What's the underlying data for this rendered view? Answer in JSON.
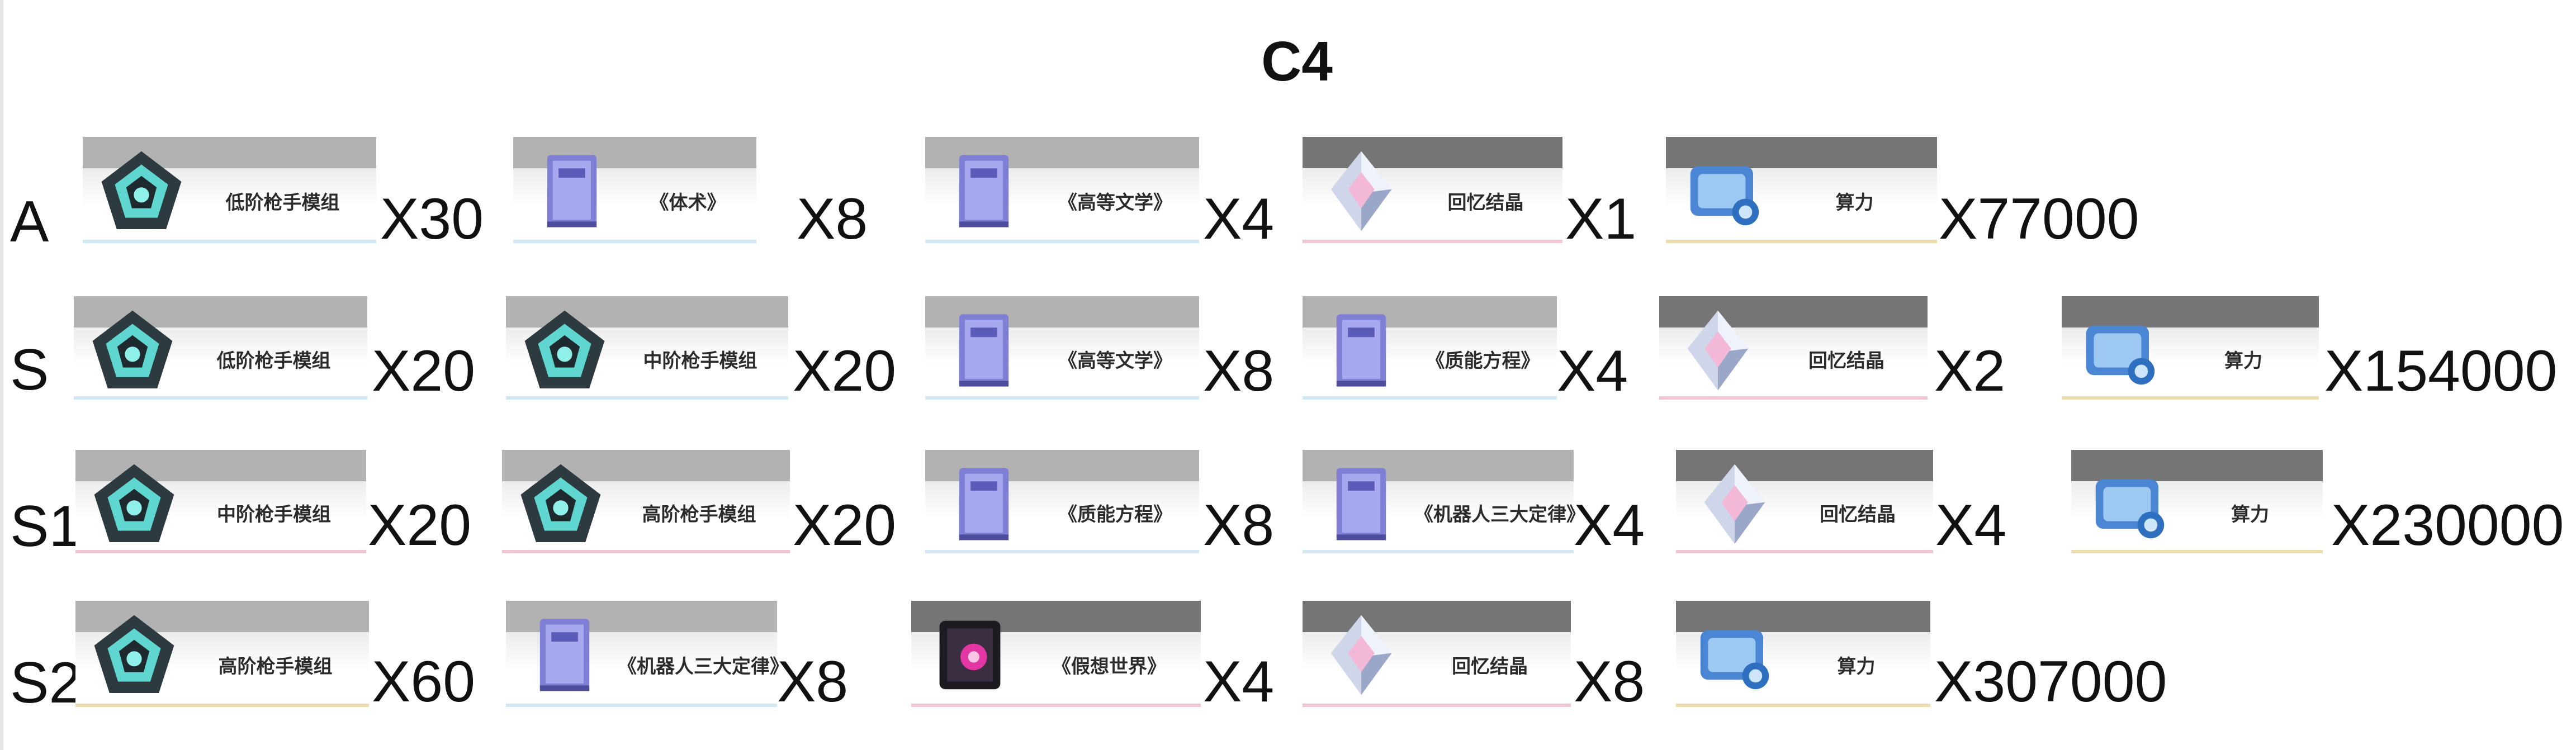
{
  "title": "C4",
  "accent_colors": {
    "blue_line": "#cfe8f4",
    "pink_line": "#f2c6d4",
    "gold_line": "#efdcae",
    "green_line": "#c8ecd8"
  },
  "rows": [
    {
      "grade": "A",
      "items": [
        {
          "name": "低阶枪手模组",
          "qty": "X30",
          "icon": "gun-module-icon"
        },
        {
          "name": "《体术》",
          "qty": "X8",
          "icon": "book-icon"
        },
        {
          "name": "《高等文学》",
          "qty": "X4",
          "icon": "book-icon"
        },
        {
          "name": "回忆结晶",
          "qty": "X1",
          "icon": "crystal-icon"
        },
        {
          "name": "算力",
          "qty": "X77000",
          "icon": "compute-icon"
        }
      ]
    },
    {
      "grade": "S",
      "items": [
        {
          "name": "低阶枪手模组",
          "qty": "X20",
          "icon": "gun-module-icon"
        },
        {
          "name": "中阶枪手模组",
          "qty": "X20",
          "icon": "gun-module-icon"
        },
        {
          "name": "《高等文学》",
          "qty": "X8",
          "icon": "book-icon"
        },
        {
          "name": "《质能方程》",
          "qty": "X4",
          "icon": "book-icon"
        },
        {
          "name": "回忆结晶",
          "qty": "X2",
          "icon": "crystal-icon"
        },
        {
          "name": "算力",
          "qty": "X154000",
          "icon": "compute-icon"
        }
      ]
    },
    {
      "grade": "S1",
      "items": [
        {
          "name": "中阶枪手模组",
          "qty": "X20",
          "icon": "gun-module-icon"
        },
        {
          "name": "高阶枪手模组",
          "qty": "X20",
          "icon": "gun-module-icon"
        },
        {
          "name": "《质能方程》",
          "qty": "X8",
          "icon": "book-icon"
        },
        {
          "name": "《机器人三大定律》",
          "qty": "X4",
          "icon": "book-icon"
        },
        {
          "name": "回忆结晶",
          "qty": "X4",
          "icon": "crystal-icon"
        },
        {
          "name": "算力",
          "qty": "X230000",
          "icon": "compute-icon"
        }
      ]
    },
    {
      "grade": "S2",
      "items": [
        {
          "name": "高阶枪手模组",
          "qty": "X60",
          "icon": "gun-module-icon"
        },
        {
          "name": "《机器人三大定律》",
          "qty": "X8",
          "icon": "book-icon"
        },
        {
          "name": "《假想世界》",
          "qty": "X4",
          "icon": "cube-icon"
        },
        {
          "name": "回忆结晶",
          "qty": "X8",
          "icon": "crystal-icon"
        },
        {
          "name": "算力",
          "qty": "X307000",
          "icon": "compute-icon"
        }
      ]
    }
  ]
}
